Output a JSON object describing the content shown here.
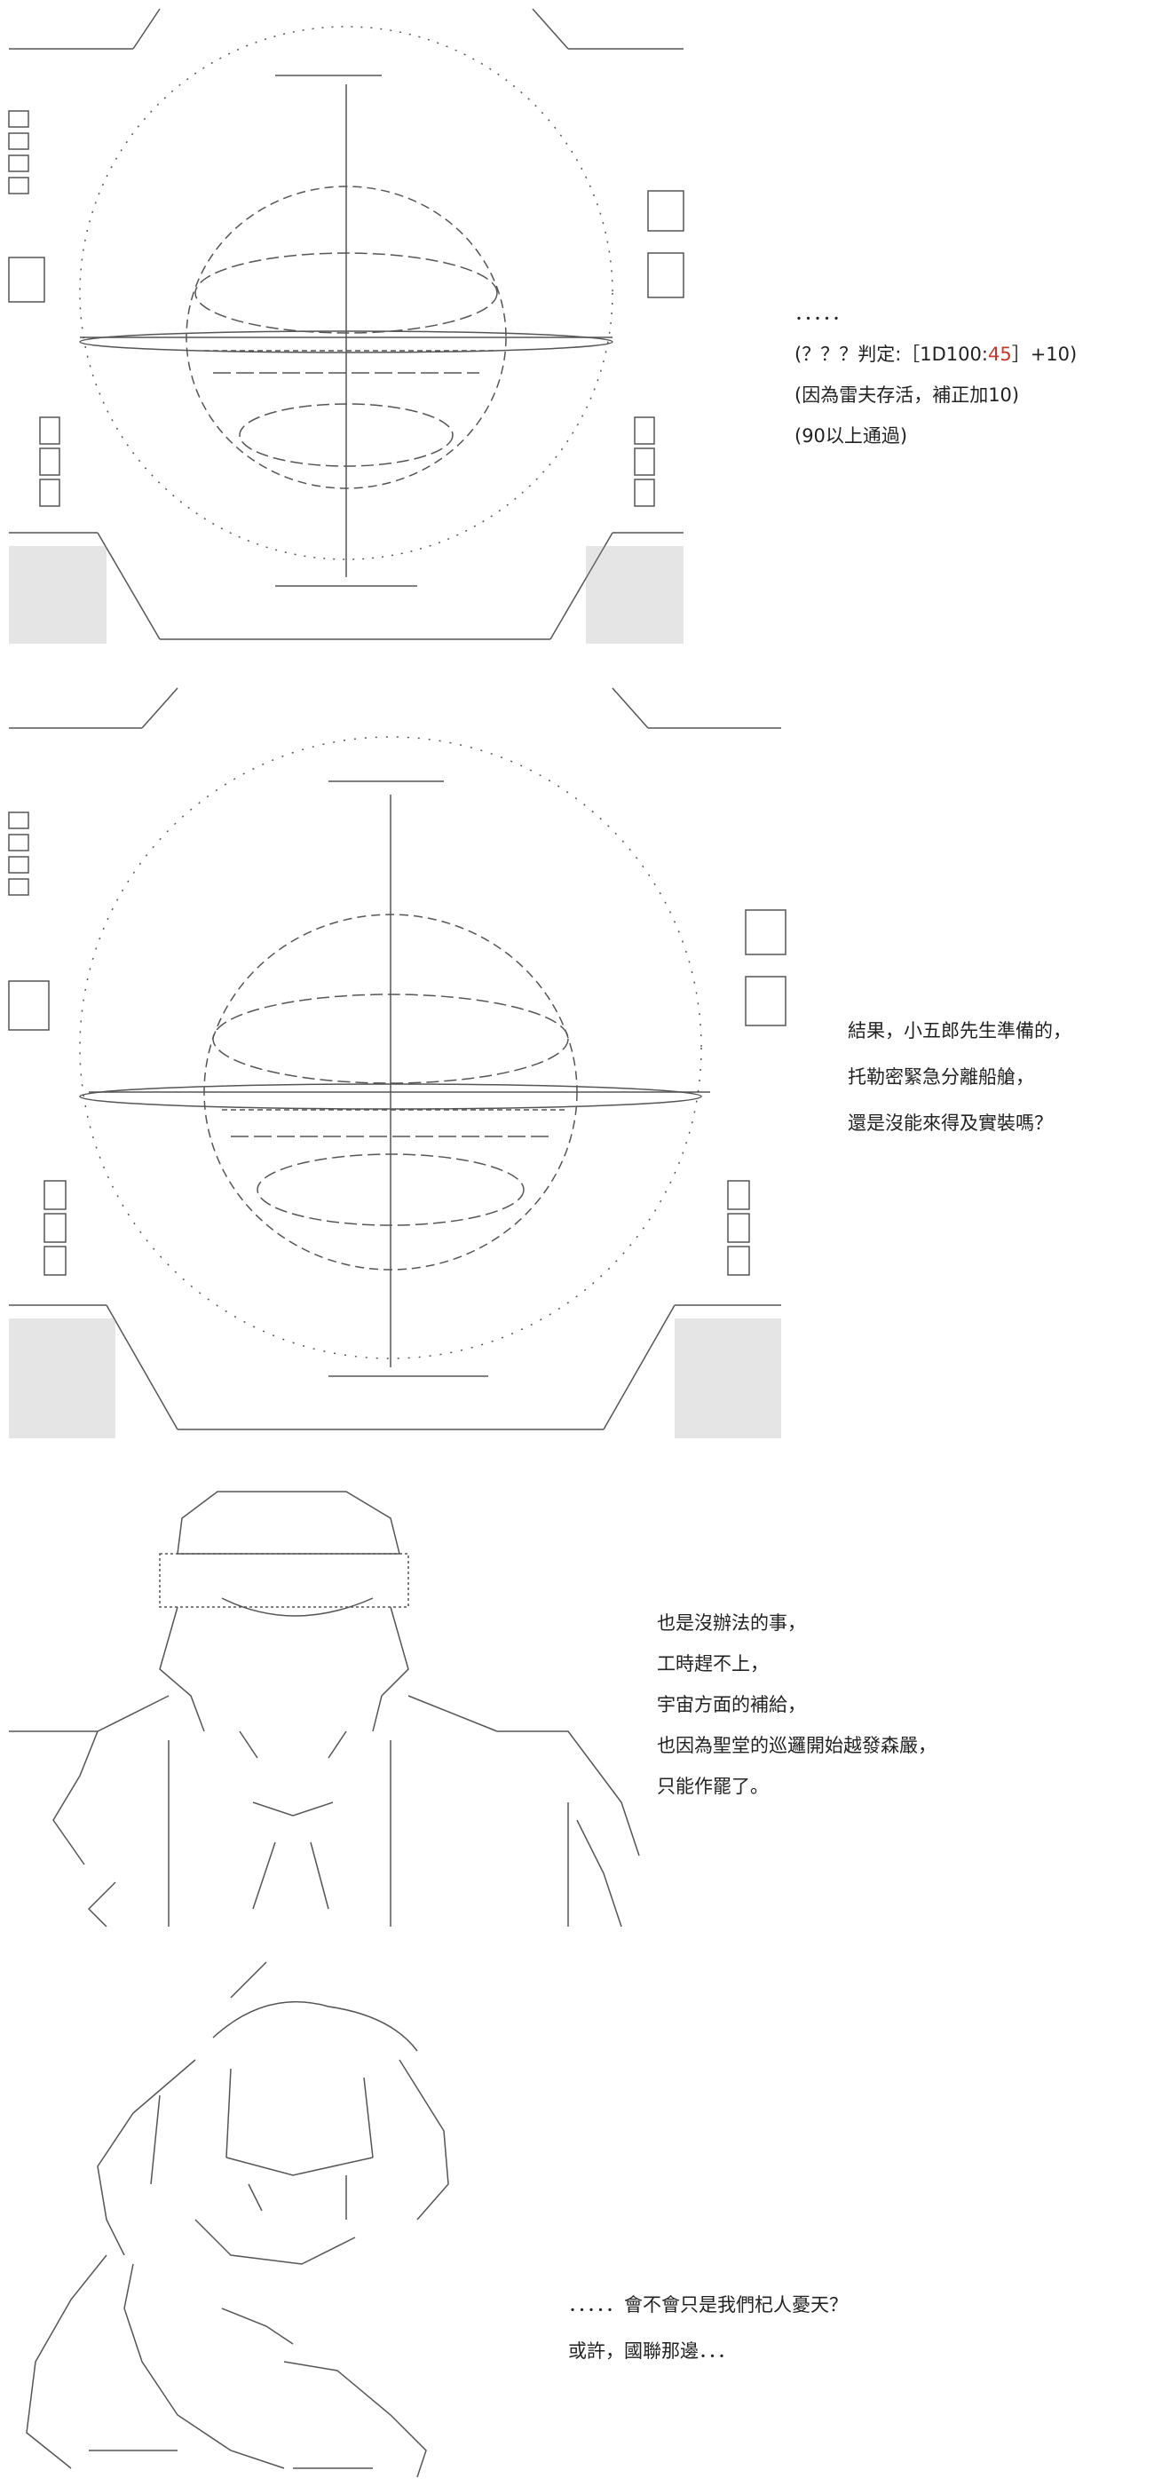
{
  "panel1": {
    "lines": [
      "．．．．．",
      "(？？？判定:［1D100:",
      "45",
      "］+10)",
      "(因為雷夫存活，補正加10)",
      "(90以上通過)"
    ]
  },
  "panel2": {
    "lines": [
      "結果，小五郎先生準備的，",
      "托勒密緊急分離船艙，",
      "還是沒能來得及實裝嗎？"
    ]
  },
  "panel3": {
    "lines": [
      "也是沒辦法的事，",
      "工時趕不上，",
      "宇宙方面的補給，",
      "也因為聖堂的巡邏開始越發森嚴，",
      "只能作罷了。"
    ]
  },
  "panel4": {
    "lines": [
      "．．．．．會不會只是我們杞人憂天？",
      "或許，國聯那邊．．．"
    ]
  },
  "colors": {
    "text": "#222222",
    "art": "#444444",
    "highlight": "#c0392b"
  },
  "icons": [
    "ascii-art-space-station",
    "ascii-art-hooded-man",
    "ascii-art-girl"
  ]
}
